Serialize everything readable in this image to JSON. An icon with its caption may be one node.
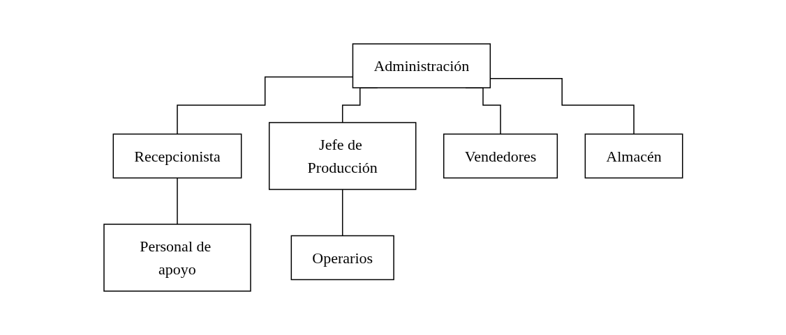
{
  "diagram": {
    "nodes": [
      {
        "text": [
          "Administración"
        ]
      },
      {
        "text": [
          "Recepcionista"
        ]
      },
      {
        "text": [
          "Jefe de Producción"
        ]
      },
      {
        "text": [
          "Vendedores"
        ]
      },
      {
        "text": [
          "Almacén"
        ]
      },
      {
        "text": [
          "Personal de apoyo"
        ]
      },
      {
        "text": [
          "Operarios"
        ]
      }
    ],
    "edges": [
      {
        "from": 0,
        "to": 1,
        "arrow": "none"
      },
      {
        "from": 0,
        "to": 2,
        "arrow": "none"
      },
      {
        "from": 0,
        "to": 3,
        "arrow": "none"
      },
      {
        "from": 0,
        "to": 4,
        "arrow": "none"
      },
      {
        "from": 1,
        "to": 5,
        "arrow": "none"
      },
      {
        "from": 2,
        "to": 6,
        "arrow": "none"
      }
    ]
  }
}
